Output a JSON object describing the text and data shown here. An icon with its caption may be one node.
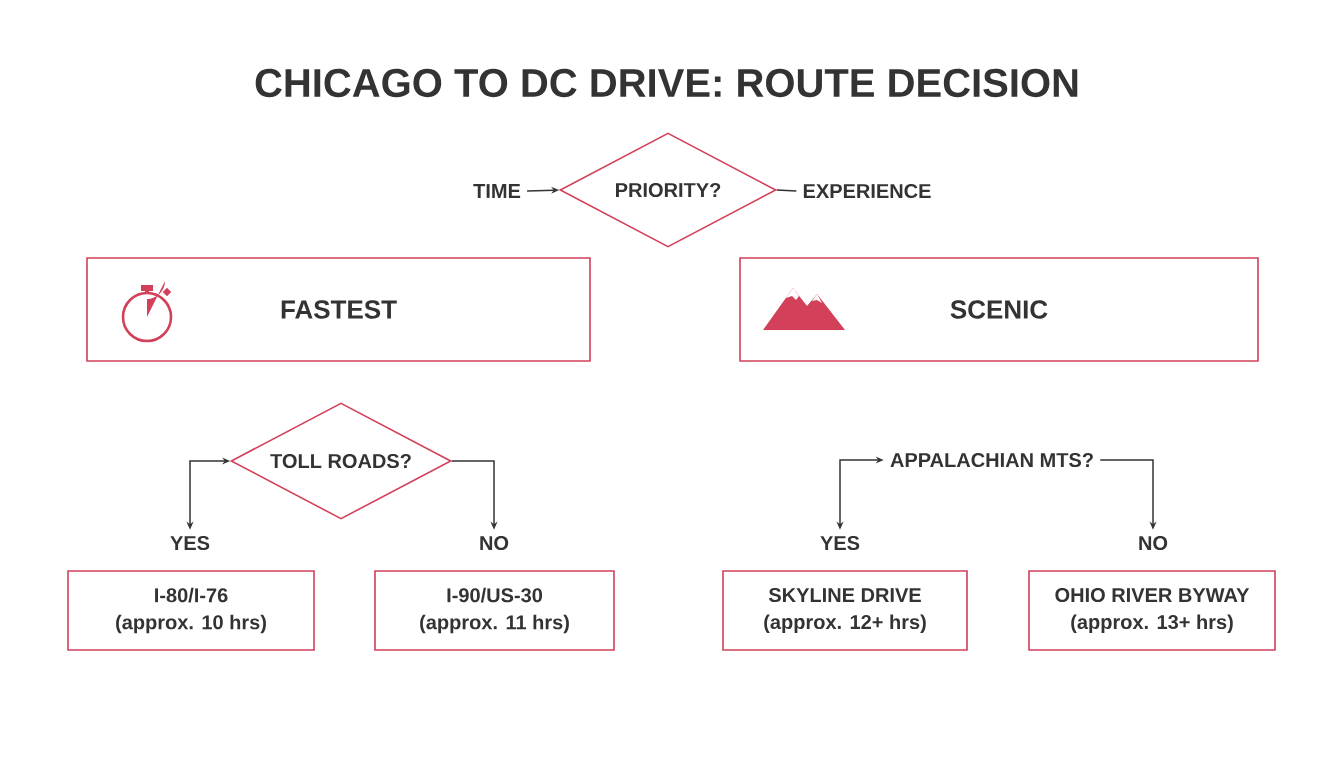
{
  "diagram": {
    "title": "CHICAGO TO DC DRIVE: ROUTE DECISION",
    "nodes": [
      {
        "text": [
          "TIME"
        ]
      },
      {
        "text": [
          "PRIORITY?"
        ]
      },
      {
        "text": [
          "EXPERIENCE"
        ]
      },
      {
        "text": [
          "FASTEST"
        ]
      },
      {
        "text": [
          "SCENIC"
        ]
      },
      {
        "text": [
          "TOLL ROADS?"
        ]
      },
      {
        "text": [
          "APPALACHIAN MTS?"
        ]
      },
      {
        "text": [
          "YES"
        ]
      },
      {
        "text": [
          "NO"
        ]
      },
      {
        "text": [
          "YES"
        ]
      },
      {
        "text": [
          "NO"
        ]
      },
      {
        "text": [
          "I-80/I-76",
          "(approx. 10 hrs)"
        ]
      },
      {
        "text": [
          "I-90/US-30",
          "(approx. 11 hrs)"
        ]
      },
      {
        "text": [
          "SKYLINE DRIVE",
          "(approx. 12+ hrs)"
        ]
      },
      {
        "text": [
          "OHIO RIVER BYWAY",
          "(approx. 13+ hrs)"
        ]
      }
    ],
    "edges": [
      {
        "from": 0,
        "to": 1,
        "arrow": "to"
      },
      {
        "from": 1,
        "to": 2,
        "arrow": "none"
      },
      {
        "from": 7,
        "to": 5,
        "arrow": "both"
      },
      {
        "from": 5,
        "to": 8,
        "arrow": "to"
      },
      {
        "from": 9,
        "to": 6,
        "arrow": "both"
      },
      {
        "from": 6,
        "to": 10,
        "arrow": "to"
      }
    ]
  }
}
